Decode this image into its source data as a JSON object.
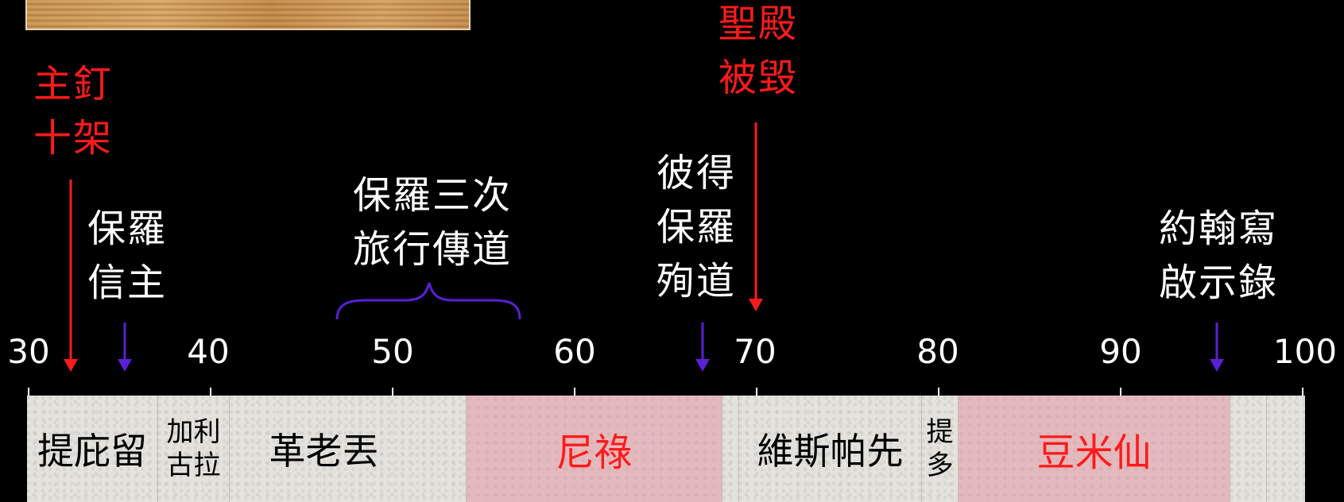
{
  "events": {
    "crucifixion": [
      "主釘",
      "十架"
    ],
    "paul_conversion": [
      "保羅",
      "信主"
    ],
    "paul_journeys": [
      "保羅三次",
      "旅行傳道"
    ],
    "peter_paul_martyred": [
      "彼得",
      "保羅",
      "殉道"
    ],
    "temple_destroyed": [
      "聖殿",
      "被毀"
    ],
    "john_revelation": [
      "約翰寫",
      "啟示錄"
    ]
  },
  "axis": {
    "ticks": [
      "30",
      "40",
      "50",
      "60",
      "70",
      "80",
      "90",
      "100"
    ]
  },
  "emperors": [
    {
      "name": "提庇留"
    },
    {
      "name": [
        "加利",
        "古拉"
      ]
    },
    {
      "name": "革老丟"
    },
    {
      "name": "尼祿"
    },
    {
      "name": ""
    },
    {
      "name": "維斯帕先"
    },
    {
      "name": [
        "提",
        "多"
      ]
    },
    {
      "name": "豆米仙"
    },
    {
      "name": ""
    },
    {
      "name": ""
    }
  ],
  "colors": {
    "highlight_text": "#ff1a1a",
    "red_arrow": "#ff1a1a",
    "purple_arrow": "#5a1fd6",
    "gray_band": "#e3e2dd",
    "pink_band": "#e3b9bd"
  }
}
